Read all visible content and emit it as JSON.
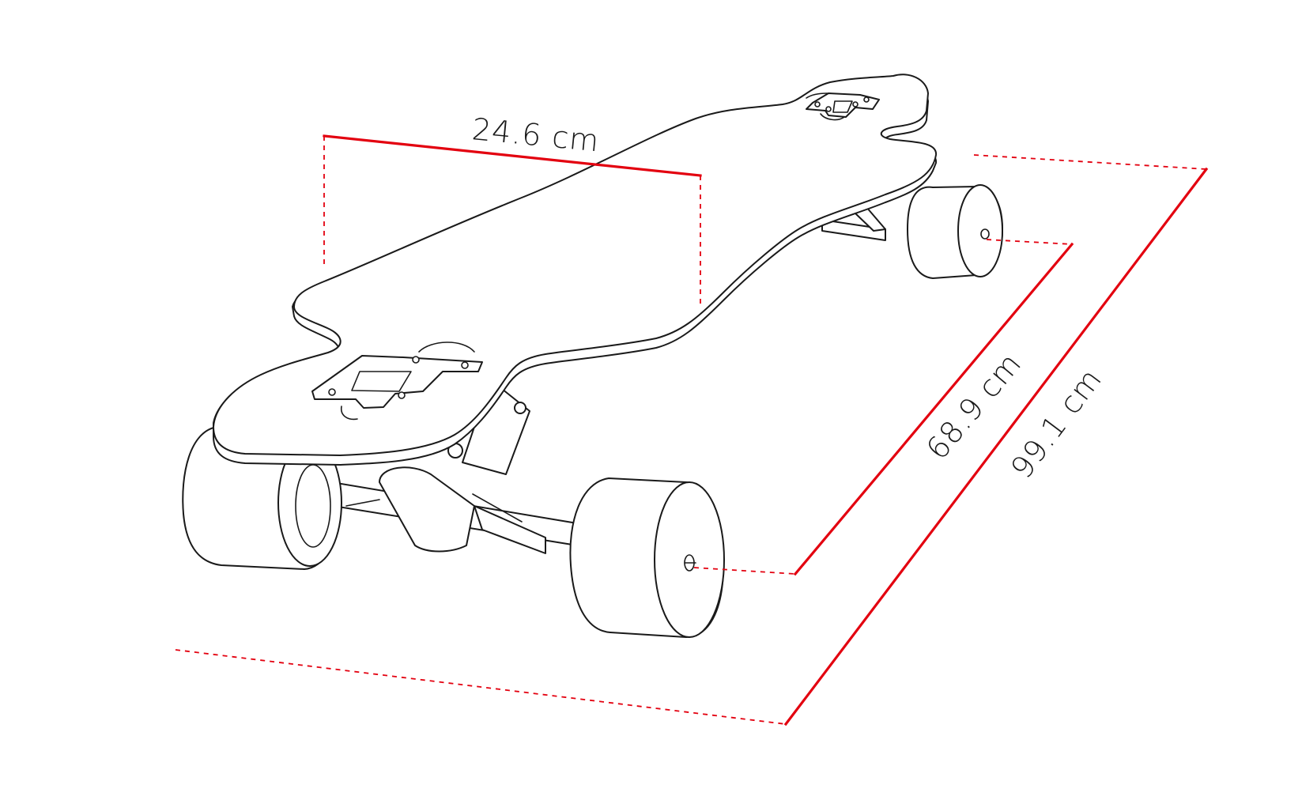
{
  "dimensions": {
    "width": {
      "label": "24.6 cm"
    },
    "wheelbase": {
      "label": "68.9 cm"
    },
    "length": {
      "label": "99.1 cm"
    }
  },
  "colors": {
    "dimension_line": "#e3000f",
    "drawing_stroke": "#1a1a1a",
    "background": "#ffffff"
  }
}
